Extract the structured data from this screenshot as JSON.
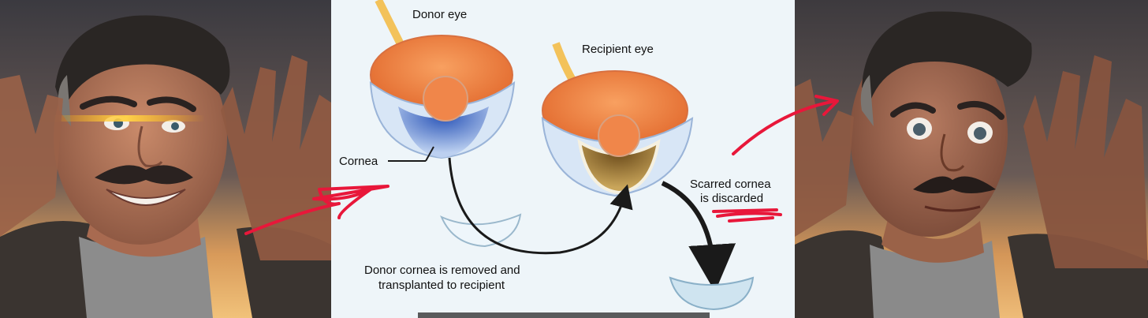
{
  "diagram": {
    "labels": {
      "donor_eye": "Donor eye",
      "recipient_eye": "Recipient eye",
      "cornea": "Cornea",
      "scarred_line1": "Scarred cornea",
      "scarred_line2": "is discarded",
      "donor_line1": "Donor cornea is removed and",
      "donor_line2": "transplanted to recipient"
    }
  },
  "colors": {
    "annotation_red": "#e8173a",
    "sky_dark": "#3d3a3e",
    "sky_warm": "#e8a85c",
    "eye_orange": "#f08a4a",
    "cornea_blue": "#4a78c8",
    "scar_brown": "#8a6a2a"
  }
}
